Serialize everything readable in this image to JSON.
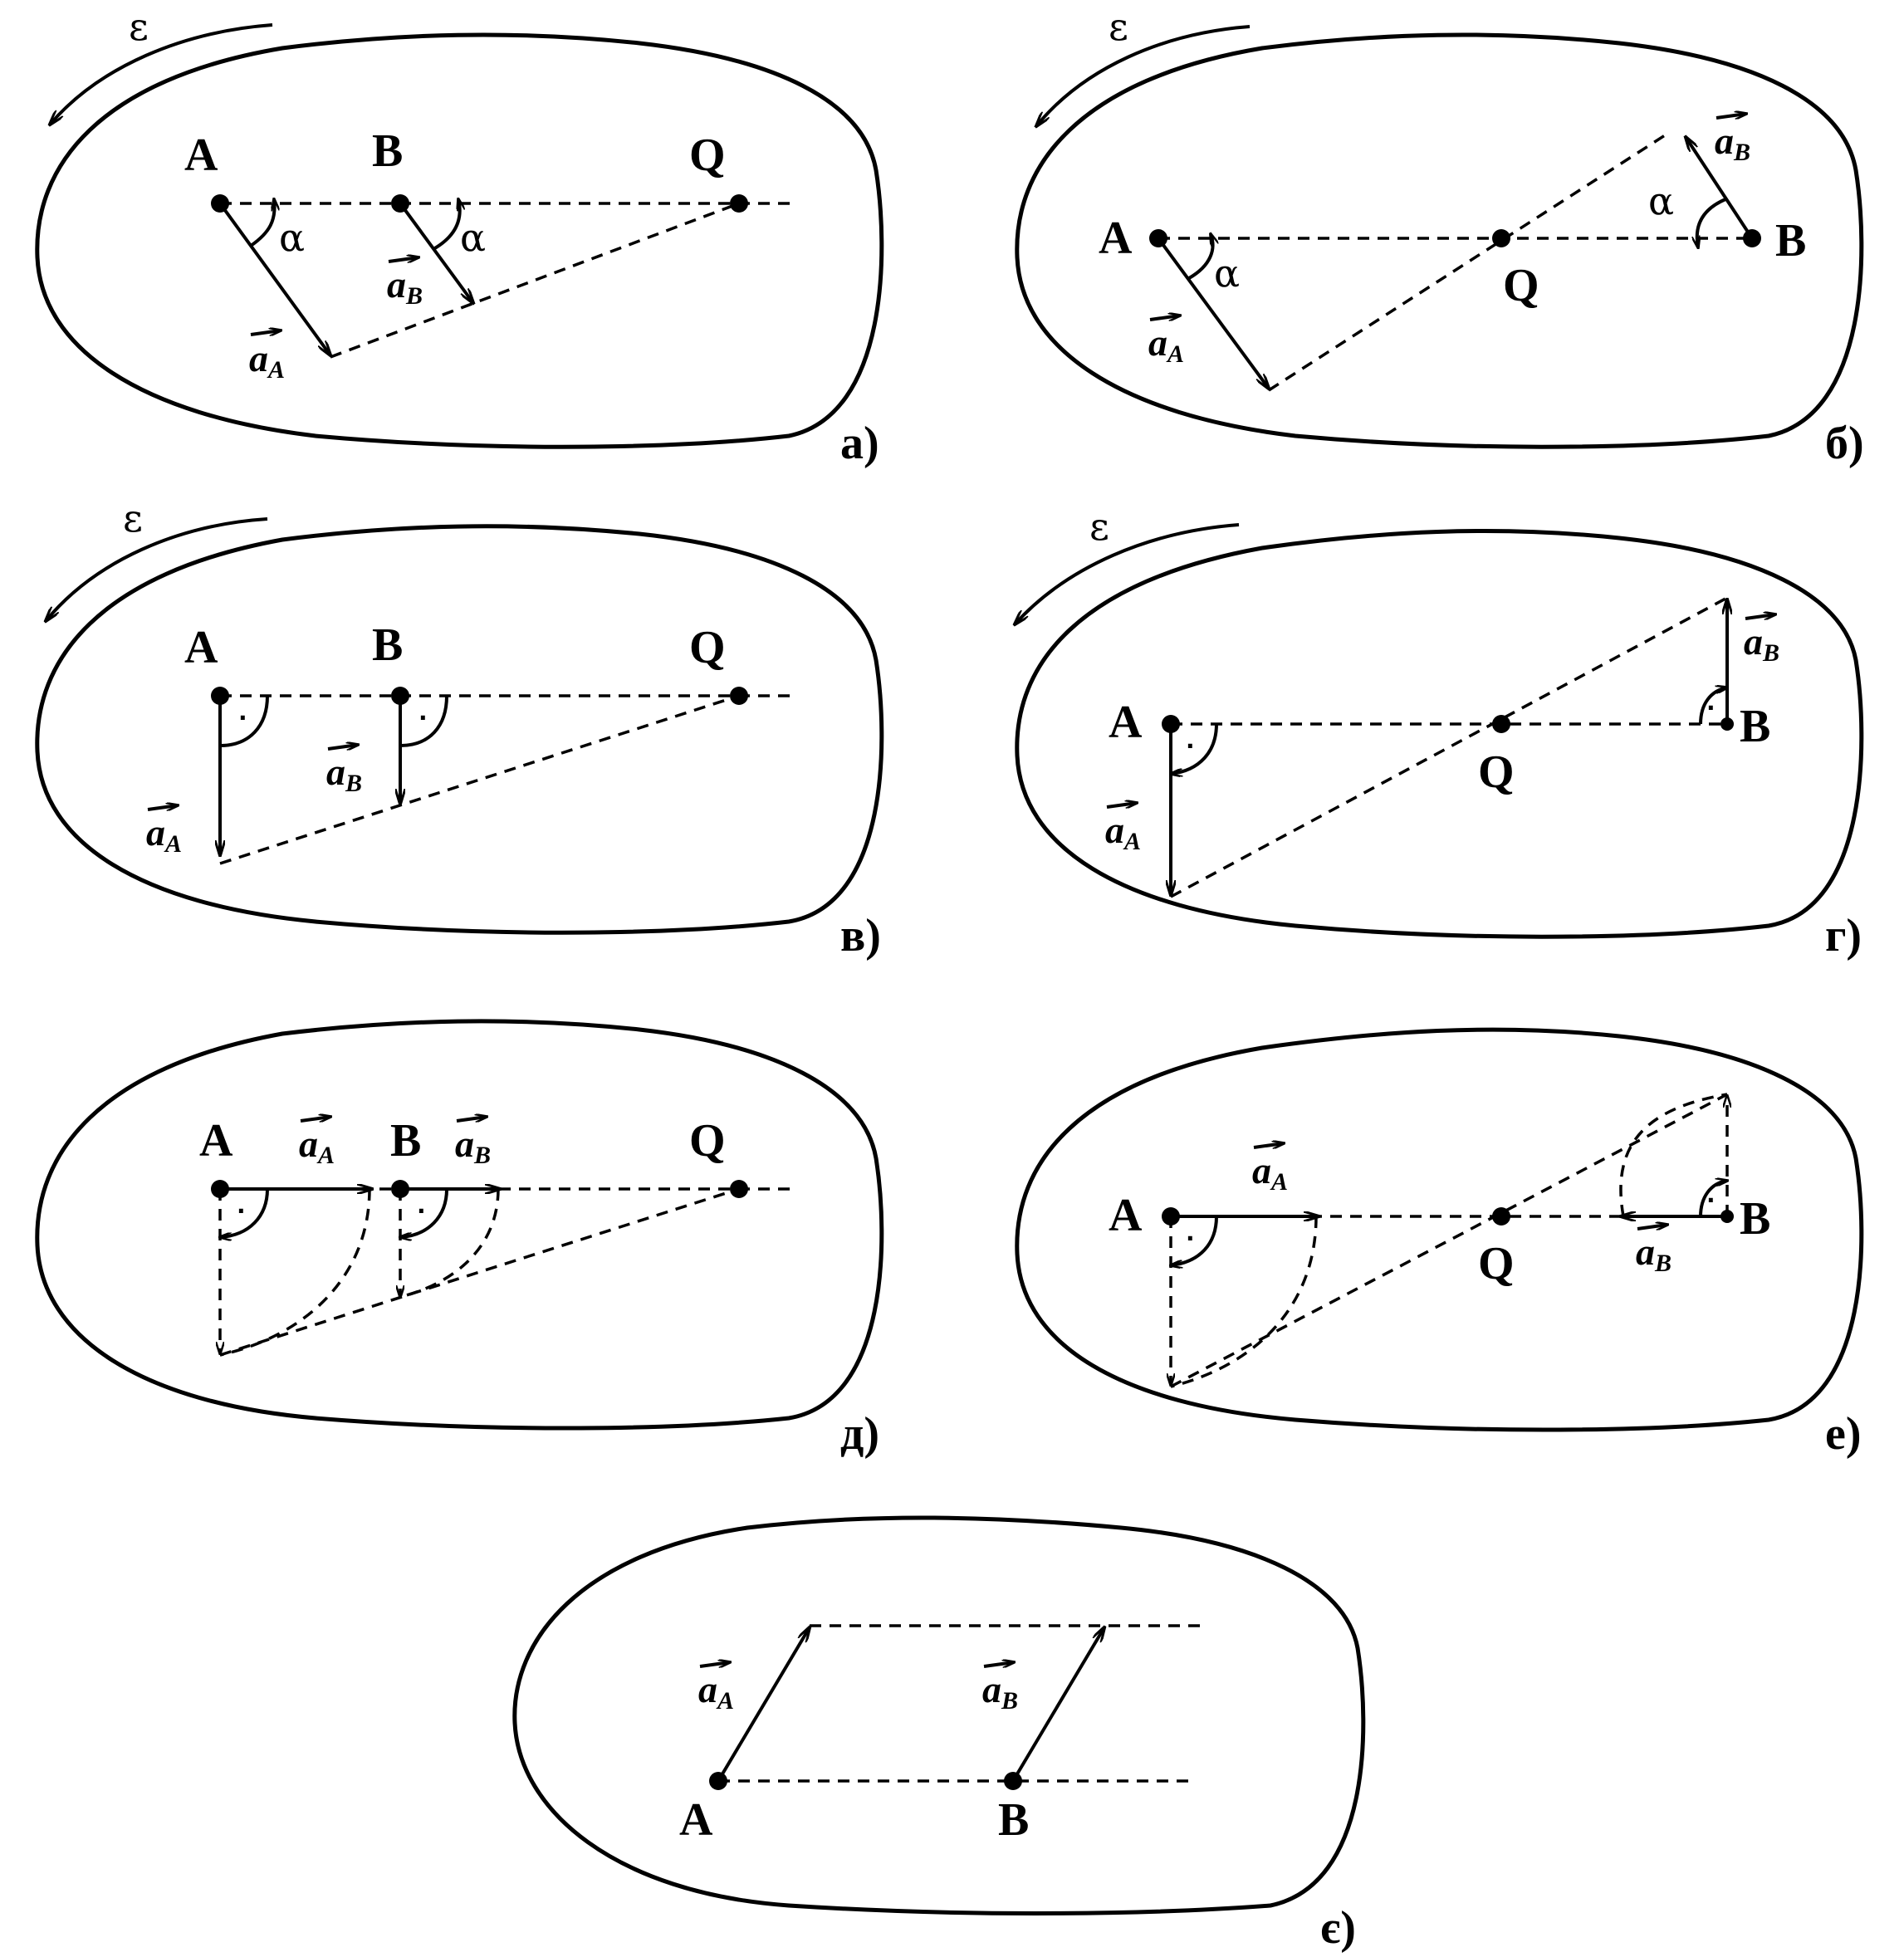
{
  "labels": {
    "point_a": "A",
    "point_b": "B",
    "point_q": "Q",
    "epsilon": "ε",
    "alpha": "α",
    "accel_a_letter": "a",
    "accel_a_sub": "A",
    "accel_b_letter": "a",
    "accel_b_sub": "B",
    "right_angle_mark": "·"
  },
  "panels": [
    {
      "id": "a",
      "caption": "а)"
    },
    {
      "id": "b",
      "caption": "б)"
    },
    {
      "id": "v",
      "caption": "в)"
    },
    {
      "id": "g",
      "caption": "г)"
    },
    {
      "id": "d",
      "caption": "д)"
    },
    {
      "id": "e",
      "caption": "е)"
    },
    {
      "id": "ye",
      "caption": "є)"
    }
  ]
}
